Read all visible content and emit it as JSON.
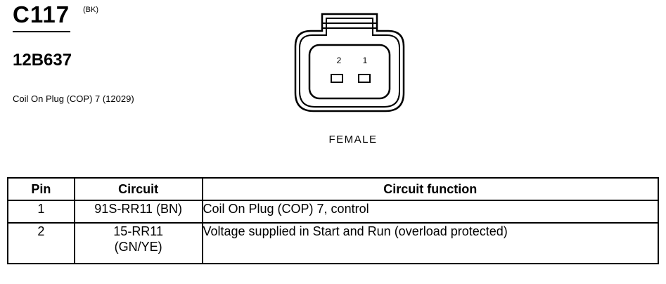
{
  "header": {
    "connector_id": "C117",
    "color_code": "(BK)",
    "part_number": "12B637",
    "description": "Coil On Plug (COP) 7 (12029)"
  },
  "connector_view": {
    "pin_labels": [
      "2",
      "1"
    ],
    "gender_label": "FEMALE"
  },
  "table": {
    "headers": {
      "pin": "Pin",
      "circuit": "Circuit",
      "function": "Circuit function"
    },
    "rows": [
      {
        "pin": "1",
        "circuit_line1": "91S-RR11 (BN)",
        "circuit_line2": "",
        "function": "Coil On Plug (COP) 7, control"
      },
      {
        "pin": "2",
        "circuit_line1": "15-RR11",
        "circuit_line2": "(GN/YE)",
        "function": "Voltage supplied in Start and Run (overload protected)"
      }
    ]
  }
}
